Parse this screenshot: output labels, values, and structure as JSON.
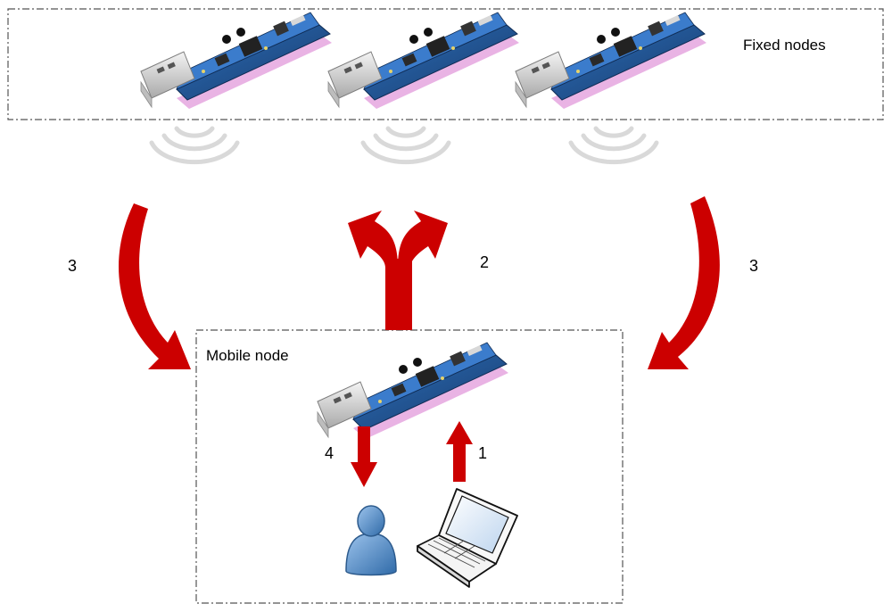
{
  "groups": {
    "fixed": {
      "label": "Fixed nodes"
    },
    "mobile": {
      "label": "Mobile node"
    }
  },
  "steps": {
    "left_receive": "3",
    "broadcast": "2",
    "right_receive": "3",
    "to_user": "4",
    "from_laptop": "1"
  },
  "colors": {
    "arrow": "#cc0000",
    "board": "#1f4e8c",
    "usb": "#d6d6d6",
    "signal": "#d9d9d9",
    "user": "#5b8fc7"
  }
}
